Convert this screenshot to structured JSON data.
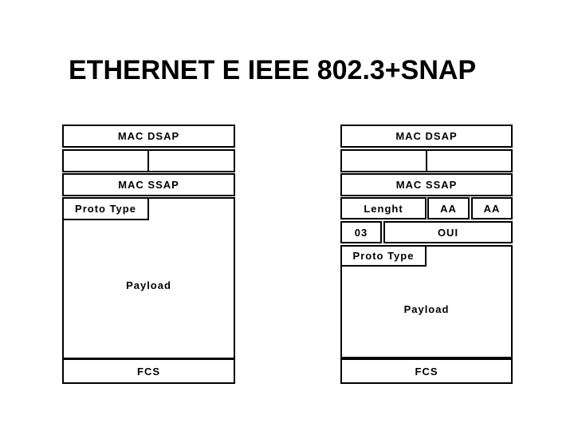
{
  "title": "ETHERNET E IEEE 802.3+SNAP",
  "colors": {
    "background": "#ffffff",
    "line": "#000000",
    "text": "#000000"
  },
  "left_frame": {
    "mac_dsap": "MAC DSAP",
    "mac_ssap": "MAC SSAP",
    "proto_type": "Proto Type",
    "payload": "Payload",
    "fcs": "FCS"
  },
  "right_frame": {
    "mac_dsap": "MAC DSAP",
    "mac_ssap": "MAC SSAP",
    "length": "Lenght",
    "aa_left": "AA",
    "aa_right": "AA",
    "control": "03",
    "oui": "OUI",
    "proto_type": "Proto Type",
    "payload": "Payload",
    "fcs": "FCS"
  }
}
